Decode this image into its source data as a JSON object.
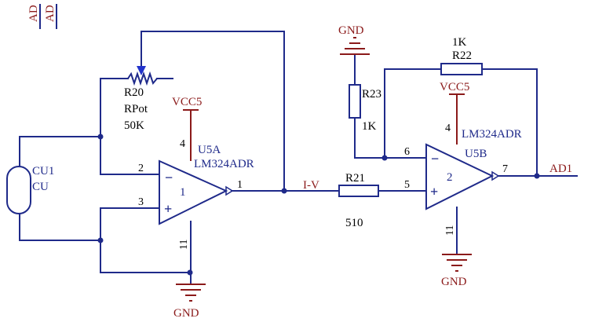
{
  "colors": {
    "wire": "#1f2a8a",
    "net_label": "#8b1a1a",
    "power": "#8b1a1a"
  },
  "corner_labels": [
    "AD",
    "AD"
  ],
  "components": {
    "cu1": {
      "designator": "CU1",
      "comment": "CU"
    },
    "r20": {
      "designator": "R20",
      "comment": "RPot",
      "value": "50K"
    },
    "u5a": {
      "designator": "U5A",
      "part": "LM324ADR",
      "unit": "1",
      "pins": {
        "inv": "2",
        "noninv": "3",
        "out": "1",
        "vcc": "4",
        "gnd": "11"
      }
    },
    "r21": {
      "designator": "R21",
      "value": "510"
    },
    "r22": {
      "designator": "R22",
      "value": "1K"
    },
    "r23": {
      "designator": "R23",
      "value": "1K"
    },
    "u5b": {
      "designator": "U5B",
      "part": "LM324ADR",
      "unit": "2",
      "pins": {
        "inv": "6",
        "noninv": "5",
        "out": "7",
        "vcc": "4",
        "gnd": "11"
      }
    }
  },
  "nets": {
    "iv": "I-V",
    "ad1": "AD1",
    "vcc_u5a": "VCC5",
    "vcc_u5b": "VCC5",
    "gnd_u5a": "GND",
    "gnd_r23": "GND",
    "gnd_u5b": "GND"
  },
  "opamp_signs": {
    "minus": "−",
    "plus": "+"
  }
}
